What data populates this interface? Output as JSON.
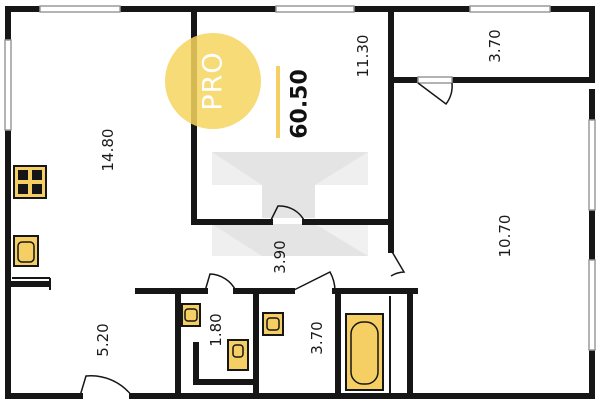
{
  "badge": {
    "label": "PRO",
    "color": "#f5d55e"
  },
  "total_area": "60.50",
  "rooms": {
    "kitchen": "14.80",
    "bedroom_small": "11.30",
    "balcony": "3.70",
    "living_room": "10.70",
    "hallway": "3.90",
    "entrance": "5.20",
    "wc": "1.80",
    "bathroom": "3.70"
  },
  "colors": {
    "wall": "#161616",
    "fixture": "#f5cf63",
    "accent_line": "#f5cf63",
    "watermark": "#c8c8c8"
  }
}
